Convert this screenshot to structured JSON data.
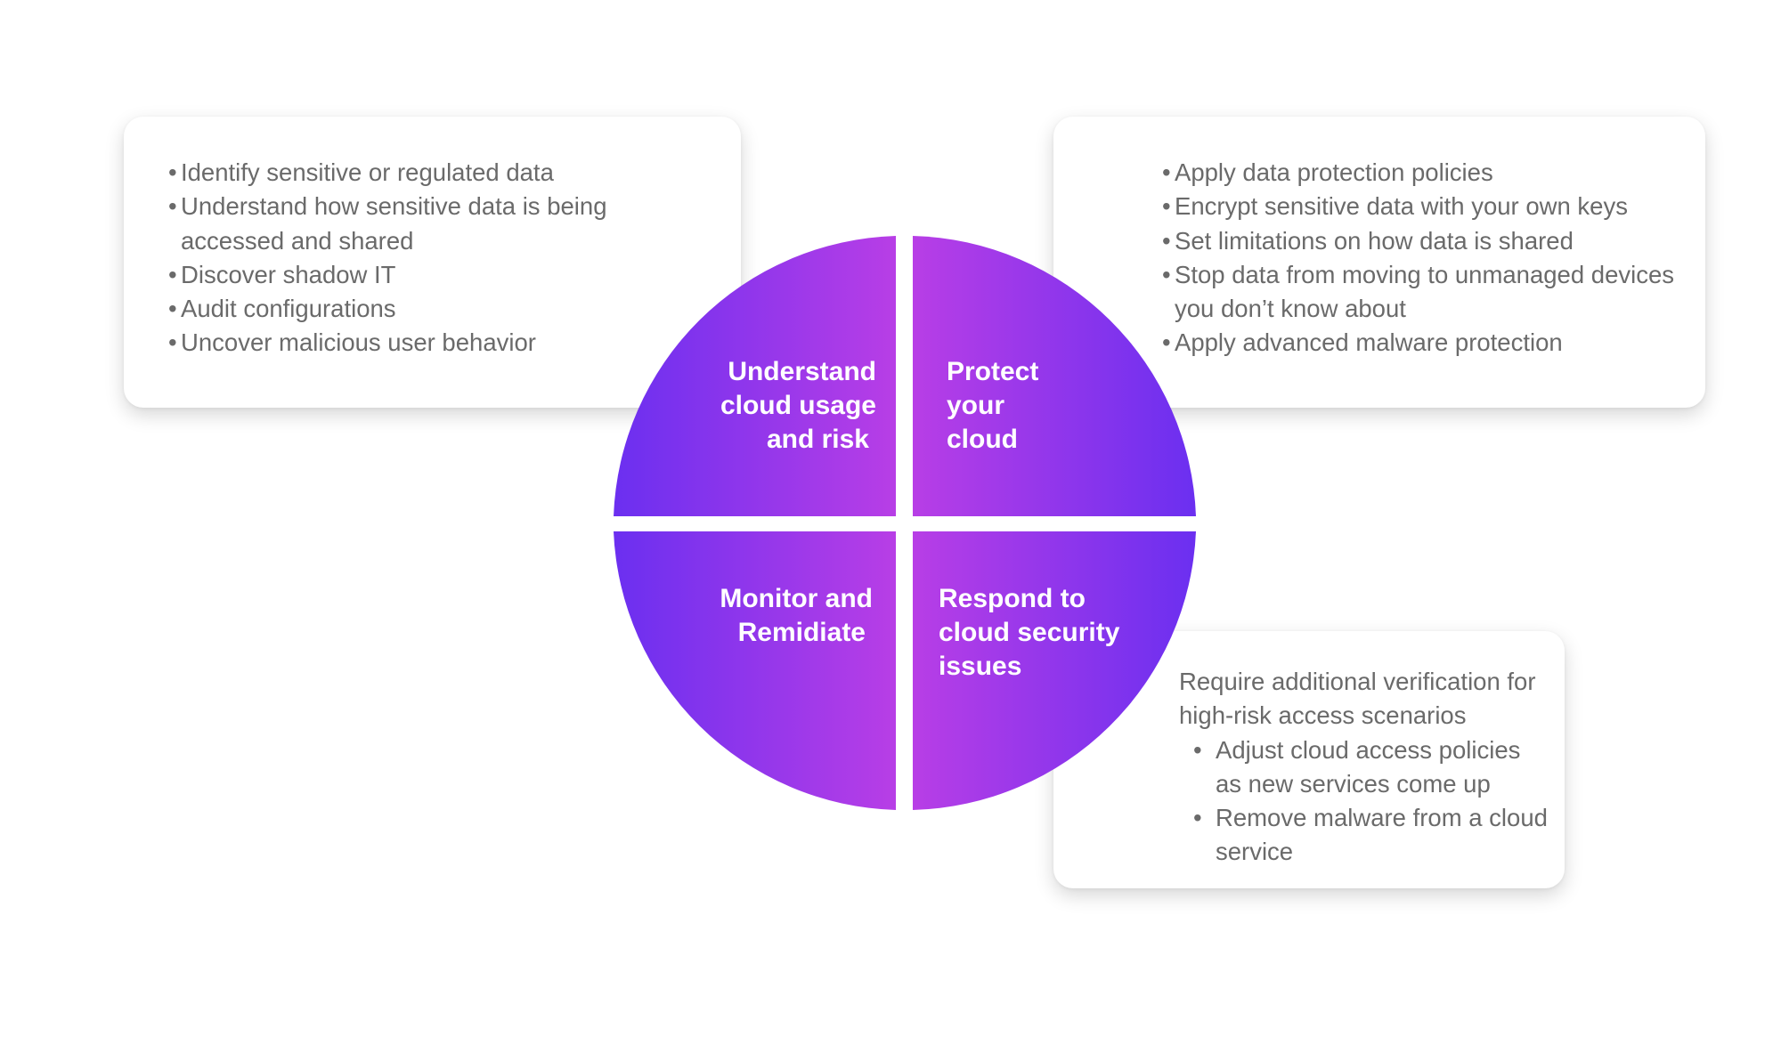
{
  "quadrants": {
    "top_left": {
      "line1": "Understand",
      "line2": "cloud usage",
      "line3": "and risk"
    },
    "top_right": {
      "line1": "Protect",
      "line2": "your",
      "line3": "cloud"
    },
    "bottom_left": {
      "line1": "Monitor and",
      "line2": "Remidiate"
    },
    "bottom_right": {
      "line1": "Respond to",
      "line2": "cloud security",
      "line3": "issues"
    }
  },
  "cards": {
    "top_left": {
      "items": [
        "Identify sensitive or regulated data",
        "Understand how sensitive data is being  accessed and shared",
        "Discover shadow IT",
        "Audit configurations",
        "Uncover malicious user behavior"
      ]
    },
    "top_right": {
      "items": [
        "Apply data protection policies",
        "Encrypt sensitive data with your own keys",
        "Set limitations on how data is shared",
        "Stop data from moving to unmanaged devices you don’t know about",
        "Apply advanced malware protection"
      ]
    },
    "bottom_right": {
      "intro": "Require additional verification for high-risk access scenarios",
      "items": [
        "Adjust cloud access policies as new services come up",
        "Remove malware from a cloud service"
      ]
    }
  },
  "colors": {
    "gradient_violet": "#6b2ff0",
    "gradient_magenta": "#b83ee6",
    "card_text": "#6a6a6a",
    "label_text": "#ffffff"
  }
}
